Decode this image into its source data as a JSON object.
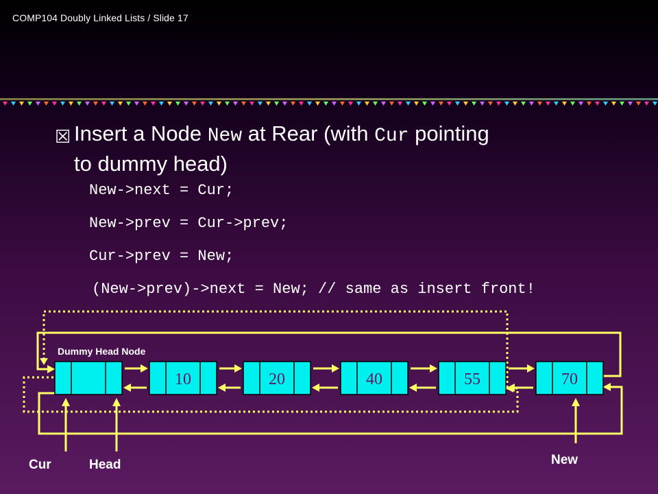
{
  "header": {
    "slide_label": "COMP104 Doubly Linked Lists / Slide 17"
  },
  "title": {
    "part1": "Insert a Node ",
    "code1": "New",
    "part2": " at Rear (with ",
    "code2": "Cur",
    "part3": " pointing",
    "line2": "to dummy head)"
  },
  "code_lines": [
    "New->next = Cur;",
    "New->prev = Cur->prev;",
    "Cur->prev = New;",
    "(New->prev)->next = New; // same as insert front!"
  ],
  "diagram": {
    "dummy_label": "Dummy Head Node",
    "node_values": [
      "10",
      "20",
      "40",
      "55",
      "70"
    ],
    "pointer_labels": {
      "cur": "Cur",
      "head": "Head",
      "new": "New"
    }
  },
  "colors": {
    "node_fill": "#00f0f0",
    "node_text": "#5b1a63",
    "arrow": "#ffff66",
    "text": "#ffffff"
  }
}
